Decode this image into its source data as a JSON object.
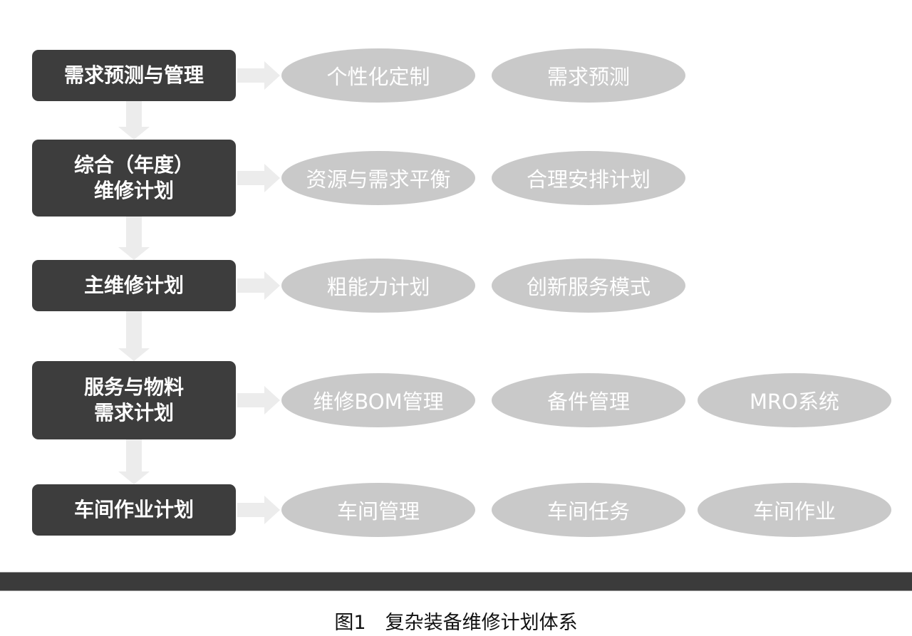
{
  "rows": [
    {
      "label": "需求预测与管理",
      "items": [
        "个性化定制",
        "需求预测"
      ]
    },
    {
      "label": "综合（年度）\n维修计划",
      "items": [
        "资源与需求平衡",
        "合理安排计划"
      ]
    },
    {
      "label": "主维修计划",
      "items": [
        "粗能力计划",
        "创新服务模式"
      ]
    },
    {
      "label": "服务与物料\n需求计划",
      "items": [
        "维修BOM管理",
        "备件管理",
        "MRO系统"
      ]
    },
    {
      "label": "车间作业计划",
      "items": [
        "车间管理",
        "车间任务",
        "车间作业"
      ]
    }
  ],
  "caption": "图1　复杂装备维修计划体系",
  "colors": {
    "box": "#3d3d3d",
    "ellipse": "#c9c9c9",
    "arrow": "#ececec",
    "bar": "#3b3b3b"
  }
}
